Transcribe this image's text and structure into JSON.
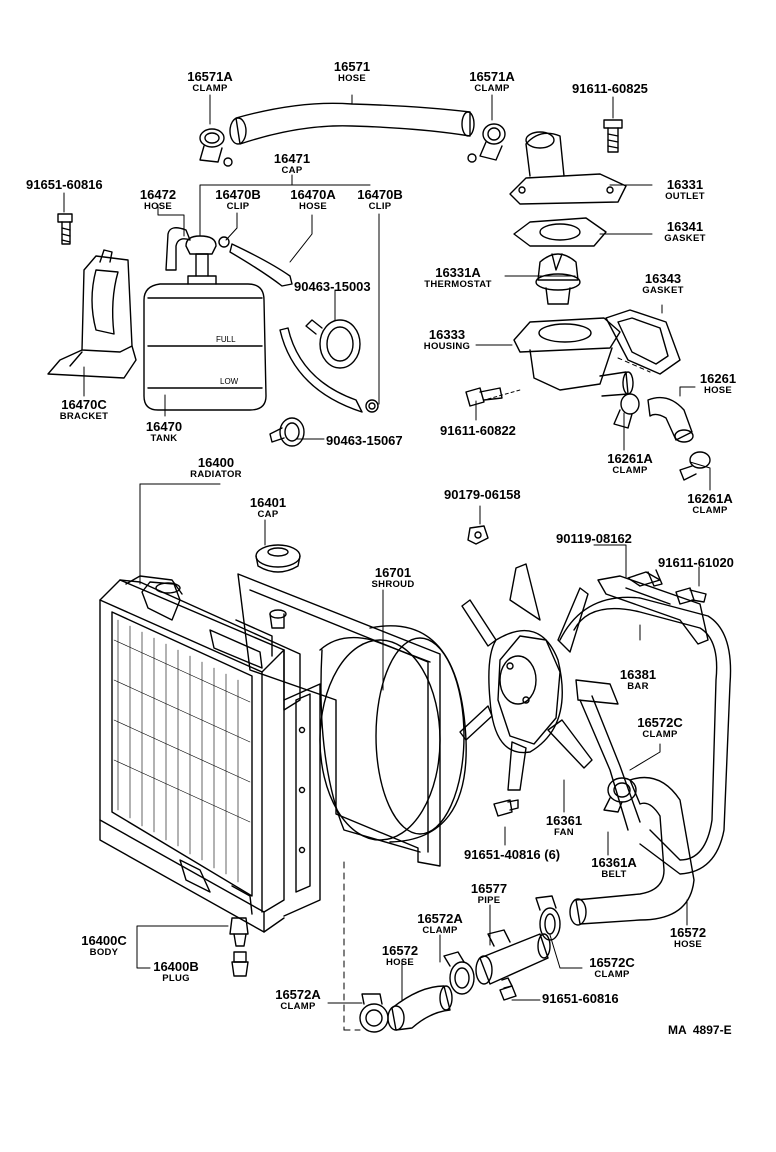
{
  "diagram_id": "MA  4897-E",
  "tank_markings": {
    "full": "FULL",
    "low": "LOW"
  },
  "callouts": [
    {
      "id": "c01",
      "part": "16571",
      "name": "HOSE"
    },
    {
      "id": "c02",
      "part": "16571A",
      "name": "CLAMP"
    },
    {
      "id": "c03",
      "part": "16571A",
      "name": "CLAMP"
    },
    {
      "id": "c04",
      "part": "91611-60825",
      "name": ""
    },
    {
      "id": "c05",
      "part": "16471",
      "name": "CAP"
    },
    {
      "id": "c06",
      "part": "91651-60816",
      "name": ""
    },
    {
      "id": "c07",
      "part": "16472",
      "name": "HOSE"
    },
    {
      "id": "c08",
      "part": "16470B",
      "name": "CLIP"
    },
    {
      "id": "c09",
      "part": "16470A",
      "name": "HOSE"
    },
    {
      "id": "c10",
      "part": "16470B",
      "name": "CLIP"
    },
    {
      "id": "c11",
      "part": "16331",
      "name": "OUTLET"
    },
    {
      "id": "c12",
      "part": "16341",
      "name": "GASKET"
    },
    {
      "id": "c13",
      "part": "16331A",
      "name": "THERMOSTAT"
    },
    {
      "id": "c14",
      "part": "16343",
      "name": "GASKET"
    },
    {
      "id": "c15",
      "part": "90463-15003",
      "name": ""
    },
    {
      "id": "c16",
      "part": "16333",
      "name": "HOUSING"
    },
    {
      "id": "c17",
      "part": "16261",
      "name": "HOSE"
    },
    {
      "id": "c18",
      "part": "16470C",
      "name": "BRACKET"
    },
    {
      "id": "c19",
      "part": "16470",
      "name": "TANK"
    },
    {
      "id": "c20",
      "part": "90463-15067",
      "name": ""
    },
    {
      "id": "c21",
      "part": "91611-60822",
      "name": ""
    },
    {
      "id": "c22",
      "part": "16261A",
      "name": "CLAMP"
    },
    {
      "id": "c23",
      "part": "16261A",
      "name": "CLAMP"
    },
    {
      "id": "c24",
      "part": "16400",
      "name": "RADIATOR"
    },
    {
      "id": "c25",
      "part": "90179-06158",
      "name": ""
    },
    {
      "id": "c26",
      "part": "16401",
      "name": "CAP"
    },
    {
      "id": "c27",
      "part": "90119-08162",
      "name": ""
    },
    {
      "id": "c28",
      "part": "16701",
      "name": "SHROUD"
    },
    {
      "id": "c29",
      "part": "91611-61020",
      "name": ""
    },
    {
      "id": "c30",
      "part": "16381",
      "name": "BAR"
    },
    {
      "id": "c31",
      "part": "16572C",
      "name": "CLAMP"
    },
    {
      "id": "c32",
      "part": "16361",
      "name": "FAN"
    },
    {
      "id": "c33",
      "part": "91651-40816 (6)",
      "name": ""
    },
    {
      "id": "c34",
      "part": "16361A",
      "name": "BELT"
    },
    {
      "id": "c35",
      "part": "16577",
      "name": "PIPE"
    },
    {
      "id": "c36",
      "part": "16572A",
      "name": "CLAMP"
    },
    {
      "id": "c37",
      "part": "16572",
      "name": "HOSE"
    },
    {
      "id": "c38",
      "part": "16400C",
      "name": "BODY"
    },
    {
      "id": "c39",
      "part": "16572",
      "name": "HOSE"
    },
    {
      "id": "c40",
      "part": "16572C",
      "name": "CLAMP"
    },
    {
      "id": "c41",
      "part": "16400B",
      "name": "PLUG"
    },
    {
      "id": "c42",
      "part": "16572A",
      "name": "CLAMP"
    },
    {
      "id": "c43",
      "part": "91651-60816",
      "name": ""
    }
  ]
}
